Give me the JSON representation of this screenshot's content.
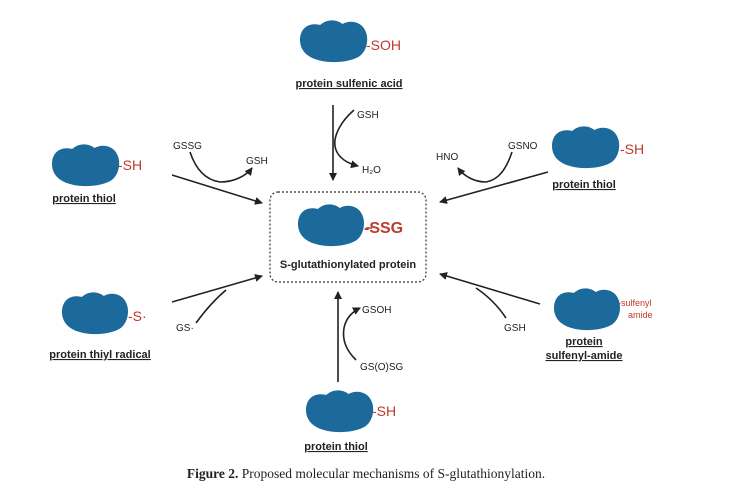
{
  "center": {
    "group": "-SSG",
    "label": "S-glutathionylated protein"
  },
  "top": {
    "group": "-SOH",
    "label": "protein sulfenic acid",
    "reagent_in": "GSH",
    "reagent_out": "H₂O"
  },
  "upper_left": {
    "group": "-SH",
    "label": "protein thiol",
    "reagent_in": "GSSG",
    "reagent_out": "GSH"
  },
  "upper_right": {
    "group": "-SH",
    "label": "protein thiol",
    "reagent_in": "GSNO",
    "reagent_out": "HNO"
  },
  "lower_left": {
    "group": "-S·",
    "label": "protein thiyl radical",
    "reagent_in": "GS·"
  },
  "lower_right": {
    "group_line1": "-sulfenyl",
    "group_line2": "amide",
    "label_line1": "protein",
    "label_line2": "sulfenyl-amide",
    "reagent_in": "GSH"
  },
  "bottom": {
    "group": "-SH",
    "label": "protein thiol",
    "reagent_in": "GSOH",
    "reagent_out": "GS(O)SG"
  },
  "caption": {
    "prefix": "Figure 2.",
    "text": "Proposed molecular mechanisms of S-glutathionylation."
  },
  "colors": {
    "protein": "#1b6a9b",
    "group": "#c0392b"
  }
}
